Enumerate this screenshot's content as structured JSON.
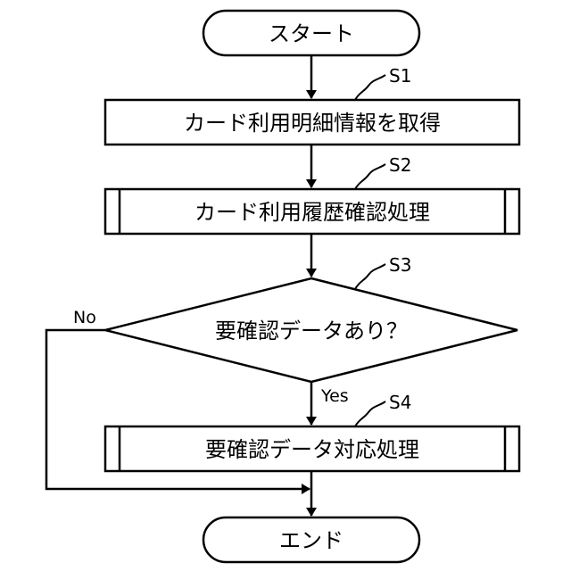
{
  "nodes": {
    "start": "スタート",
    "s1": "カード利用明細情報を取得",
    "s2": "カード利用履歴確認処理",
    "s3": "要確認データあり？",
    "s4": "要確認データ対応処理",
    "end": "エンド"
  },
  "steps": {
    "s1": "S1",
    "s2": "S2",
    "s3": "S3",
    "s4": "S4"
  },
  "branches": {
    "yes": "Yes",
    "no": "No"
  },
  "colors": {
    "stroke": "#000000",
    "background": "#ffffff"
  }
}
